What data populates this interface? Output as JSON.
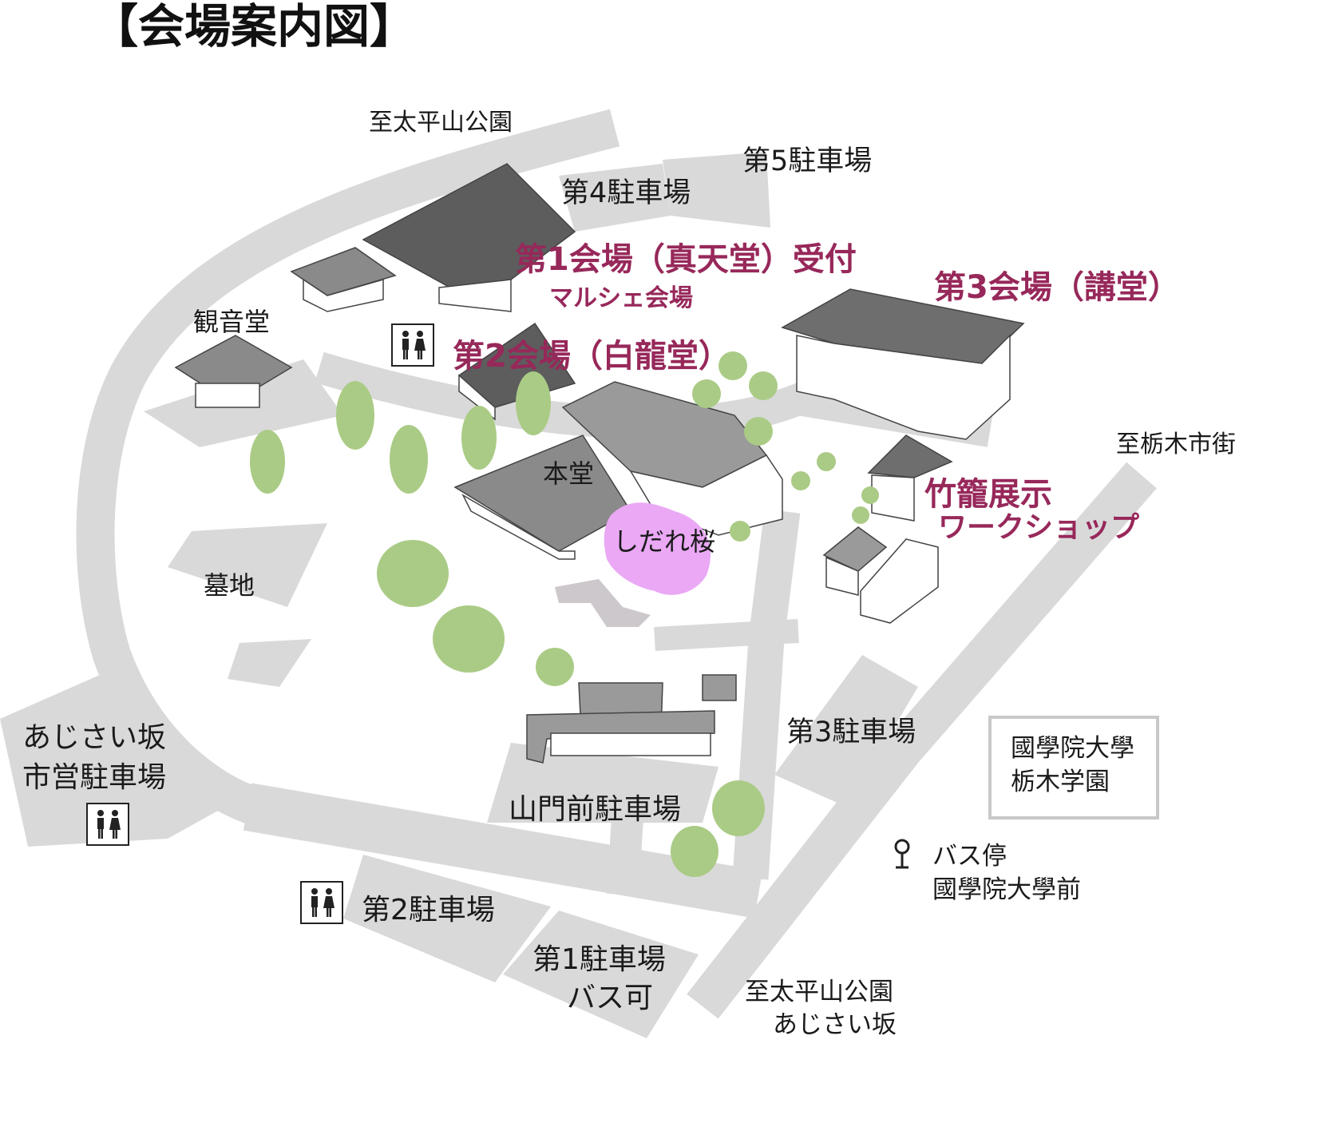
{
  "title": "【会場案内図】",
  "colors": {
    "venue": "#97285a",
    "road": "#d9d9d9",
    "tree": "#aacb85",
    "roof": "#6e6e6e",
    "sakura": "#eaa8f5"
  },
  "venues": {
    "hall1": "第1会場（真天堂）受付",
    "marche": "マルシェ会場",
    "hall2": "第2会場（白龍堂）",
    "hall3": "第3会場（講堂）",
    "bamboo": "竹籠展示",
    "workshop": "ワークショップ"
  },
  "landmarks": {
    "kannondo": "観音堂",
    "hondo": "本堂",
    "sakura": "しだれ桜",
    "bochi": "墓地"
  },
  "directions": {
    "top": "至太平山公園",
    "east": "至栃木市街",
    "south_line1": "至太平山公園",
    "south_line2": "あじさい坂"
  },
  "parking": {
    "p1": "第1駐車場",
    "p1_note": "バス可",
    "p2": "第2駐車場",
    "p3": "第3駐車場",
    "p4": "第4駐車場",
    "p5": "第5駐車場",
    "sanmon": "山門前駐車場",
    "ajisai_line1": "あじさい坂",
    "ajisai_line2": "市営駐車場"
  },
  "school": {
    "line1": "國學院大學",
    "line2": "栃木学園"
  },
  "bus_stop": {
    "label": "バス停",
    "name": "國學院大學前"
  },
  "icons": [
    "toilet-icon",
    "bus-stop-pin-icon"
  ]
}
